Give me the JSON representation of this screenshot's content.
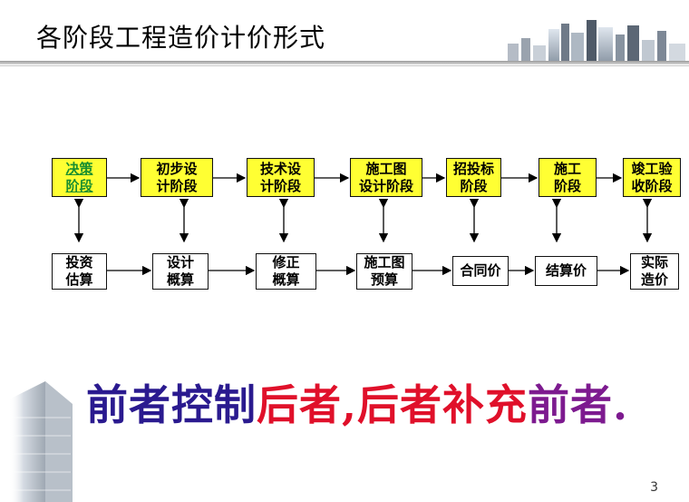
{
  "slide": {
    "title": "各阶段工程造价计价形式",
    "conclusion_part1": "前者控制",
    "conclusion_part2": "后者,后者补充",
    "conclusion_part3": "前者.",
    "page_number": "3"
  },
  "stages": [
    "决策\n阶段",
    "初步设\n计阶段",
    "技术设\n计阶段",
    "施工图\n设计阶段",
    "招投标\n阶段",
    "施工\n阶段",
    "竣工验\n收阶段"
  ],
  "pricing": [
    "投资\n估算",
    "设计\n概算",
    "修正\n概算",
    "施工图\n预算",
    "合同价",
    "结算价",
    "实际\n造价"
  ],
  "colors": {
    "stage_fill": "#ffff33",
    "first_stage_text": "#1a8f2f",
    "conclusion_blue": "#2a1a8f",
    "conclusion_red": "#e0102a",
    "conclusion_purple": "#7d1a8f"
  },
  "icons": [
    "city-skyline-icon",
    "office-tower-icon"
  ]
}
